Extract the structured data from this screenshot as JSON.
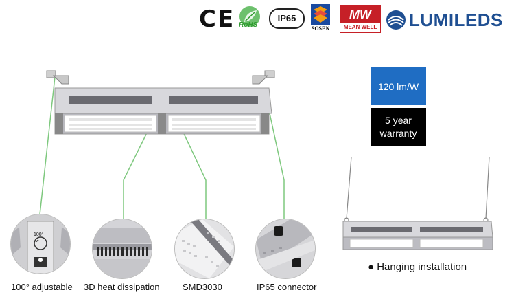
{
  "logos": {
    "ce": "CE",
    "rohs": "RoHS",
    "ip65": "IP65",
    "sosen": "SOSEN",
    "meanwell_top": "MW",
    "meanwell_bottom": "MEAN WELL",
    "lumileds": "LUMILEDS"
  },
  "specs": {
    "efficacy": "120 lm/W",
    "warranty_line1": "5 year",
    "warranty_line2": "warranty"
  },
  "features": [
    {
      "label": "100° adjustable"
    },
    {
      "label": "3D heat dissipation"
    },
    {
      "label": "SMD3030"
    },
    {
      "label": "IP65 connector"
    }
  ],
  "installation": {
    "label": "● Hanging installation"
  },
  "detail_text": {
    "angle": "100°"
  },
  "colors": {
    "leader_line": "#7ec87e",
    "spec_blue": "#1f6dc3",
    "brand_blue": "#1f4f92",
    "meanwell_red": "#c62027"
  }
}
